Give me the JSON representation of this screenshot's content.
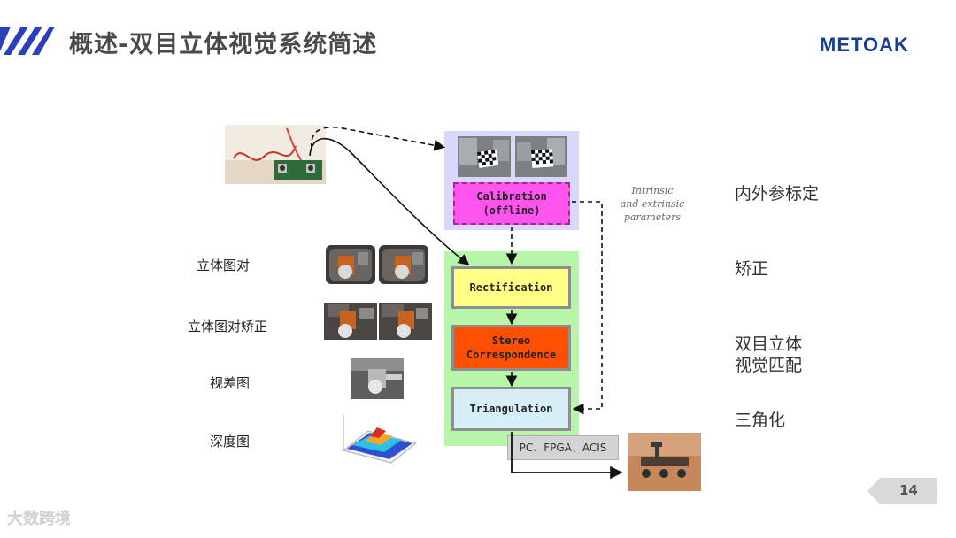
{
  "header": {
    "title": "概述-双目立体视觉系统简述",
    "logo": "METOAK",
    "brand_color": "#1b3f8f",
    "stripe_color": "#2b3fb8"
  },
  "diagram": {
    "calibration": "Calibration\n(offline)",
    "rectification": "Rectification",
    "stereo": "Stereo\nCorrespondence",
    "triangulation": "Triangulation",
    "platforms": "PC、FPGA、ACIS",
    "note": "Intrinsic\nand extrinsic\nparameters"
  },
  "left_labels": {
    "stereo_pair": "立体图对",
    "rectified_pair": "立体图对矫正",
    "disparity": "视差图",
    "depth": "深度图"
  },
  "right_labels": {
    "calibration": "内外参标定",
    "rectification": "矫正",
    "matching_line1": "双目立体",
    "matching_line2": "视觉匹配",
    "triangulation": "三角化"
  },
  "footer": {
    "page_number": "14",
    "watermark": "大数跨境"
  }
}
